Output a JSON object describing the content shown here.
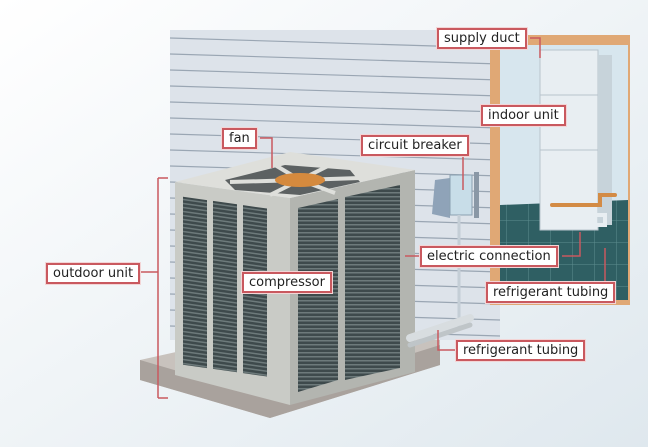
{
  "labels": {
    "supply_duct": "supply duct",
    "indoor_unit": "indoor unit",
    "fan": "fan",
    "circuit_breaker": "circuit breaker",
    "outdoor_unit": "outdoor unit",
    "compressor": "compressor",
    "electric_connection": "electric connection",
    "refrigerant_tubing_indoor": "refrigerant tubing",
    "refrigerant_tubing_outdoor": "refrigerant tubing"
  },
  "colors": {
    "label_border": "#c9595f",
    "leader": "#c9595f"
  }
}
